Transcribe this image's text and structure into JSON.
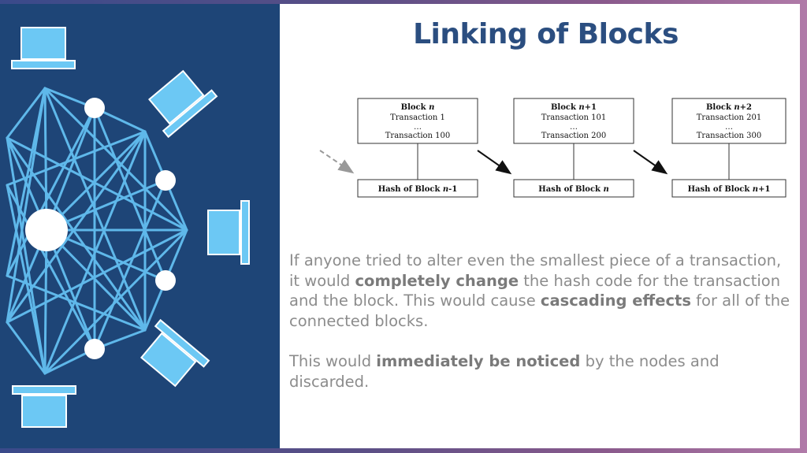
{
  "slide": {
    "title": "Linking of Blocks",
    "paragraph1": {
      "t1": "If anyone tried to alter even the smallest piece of a transaction, it would ",
      "b1": "completely change",
      "t2": " the hash code for the transaction and the block. This would cause ",
      "b2": "cascading effects",
      "t3": " for all of the connected blocks."
    },
    "paragraph2": {
      "t1": "This would ",
      "b1": "immediately be noticed",
      "t2": " by the nodes and discarded."
    }
  },
  "blocks": [
    {
      "prefix": "Block ",
      "n": "n",
      "suffix": "",
      "tx_first": "Transaction 1",
      "dots": "…",
      "tx_last": "Transaction 100",
      "hash_prefix": "Hash of Block ",
      "hash_n": "n",
      "hash_suffix": "-1"
    },
    {
      "prefix": "Block ",
      "n": "n",
      "suffix": "+1",
      "tx_first": "Transaction 101",
      "dots": "…",
      "tx_last": "Transaction 200",
      "hash_prefix": "Hash of Block ",
      "hash_n": "n",
      "hash_suffix": ""
    },
    {
      "prefix": "Block ",
      "n": "n",
      "suffix": "+2",
      "tx_first": "Transaction 201",
      "dots": "…",
      "tx_last": "Transaction 300",
      "hash_prefix": "Hash of Block ",
      "hash_n": "n",
      "hash_suffix": "+1"
    }
  ],
  "colors": {
    "panel": "#1e4577",
    "network_lines": "#5fb8ea",
    "laptop": "#6cc8f4",
    "title": "#2b4e80"
  },
  "icons": [
    "laptop-icon",
    "node-icon"
  ]
}
